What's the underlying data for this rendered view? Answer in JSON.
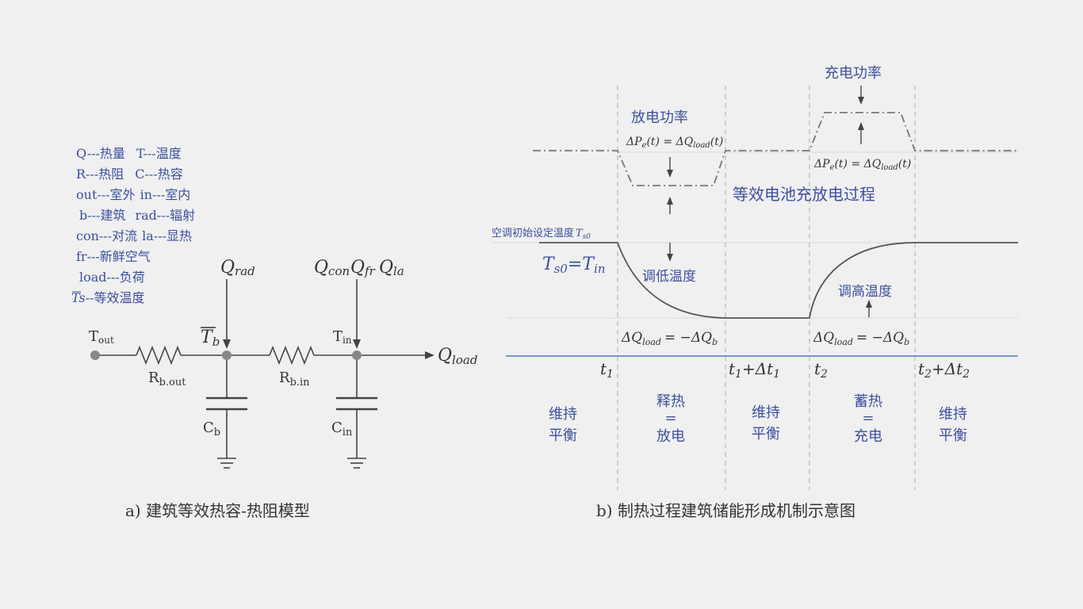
{
  "colors": {
    "text_blue": "#3d4f9f",
    "line_blue": "#5b8fd0",
    "wire": "#444444",
    "node": "#888888",
    "dash": "#aaaaaa",
    "background": "#f0f0f0"
  },
  "left": {
    "legend": [
      {
        "key": "Q---热量",
        "val": "T---温度"
      },
      {
        "key": "R---热阻",
        "val": "C---热容"
      },
      {
        "key": "out---室外",
        "val": "in---室内"
      },
      {
        "key": "b---建筑",
        "val": "rad---辐射"
      },
      {
        "key": "con---对流",
        "val": "la---显热"
      },
      {
        "key": "fr---新鲜空气",
        "val": ""
      },
      {
        "key": "load---负荷",
        "val": ""
      },
      {
        "key": "Ts",
        "val": "--等效温度"
      }
    ],
    "labels": {
      "q_rad": {
        "base": "Q",
        "sub": "rad"
      },
      "q_con": {
        "base": "Q",
        "sub": "con"
      },
      "q_fr": {
        "base": "Q",
        "sub": "fr"
      },
      "q_la": {
        "base": "Q",
        "sub": "la"
      },
      "t_out": {
        "base": "T",
        "sub": "out"
      },
      "t_b": {
        "base": "T",
        "sub": "b"
      },
      "t_in": {
        "base": "T",
        "sub": "in"
      },
      "q_load": {
        "base": "Q",
        "sub": "load"
      },
      "r_b_out": {
        "base": "R",
        "sub": "b.out"
      },
      "r_b_in": {
        "base": "R",
        "sub": "b.in"
      },
      "c_b": {
        "base": "C",
        "sub": "b"
      },
      "c_in": {
        "base": "C",
        "sub": "in"
      }
    },
    "caption": "a) 建筑等效热容-热阻模型"
  },
  "right": {
    "discharge_power": "放电功率",
    "charge_power": "充电功率",
    "eq_pe_lhs": "ΔP",
    "eq_pe_sub": "e",
    "eq_pe_mid": "(t) = ΔQ",
    "eq_pe_sub2": "load",
    "eq_pe_end": "(t)",
    "battery_process": "等效电池充放电过程",
    "initial_temp_label": "空调初始设定温度",
    "initial_temp_sym": "T",
    "initial_temp_sub": "s0",
    "ts0_base": "T",
    "ts0_sub": "s0",
    "ts0_eq": "=",
    "tin_base": "T",
    "tin_sub": "in",
    "lower_temp": "调低温度",
    "raise_temp": "调高温度",
    "dq_lhs": "ΔQ",
    "dq_sub": "load",
    "dq_mid": "= −ΔQ",
    "dq_sub2": "b",
    "times": [
      {
        "base": "t",
        "sub": "1",
        "extra": ""
      },
      {
        "base": "t",
        "sub": "1",
        "extra": "+Δt",
        "sub2": "1"
      },
      {
        "base": "t",
        "sub": "2",
        "extra": ""
      },
      {
        "base": "t",
        "sub": "2",
        "extra": "+Δt",
        "sub2": "2"
      }
    ],
    "phases": [
      {
        "line1": "维持",
        "line2": "",
        "line3": "平衡"
      },
      {
        "line1": "释热",
        "line2": "=",
        "line3": "放电"
      },
      {
        "line1": "维持",
        "line2": "",
        "line3": "平衡"
      },
      {
        "line1": "蓄热",
        "line2": "=",
        "line3": "充电"
      },
      {
        "line1": "维持",
        "line2": "",
        "line3": "平衡"
      }
    ],
    "caption": "b) 制热过程建筑储能形成机制示意图"
  }
}
